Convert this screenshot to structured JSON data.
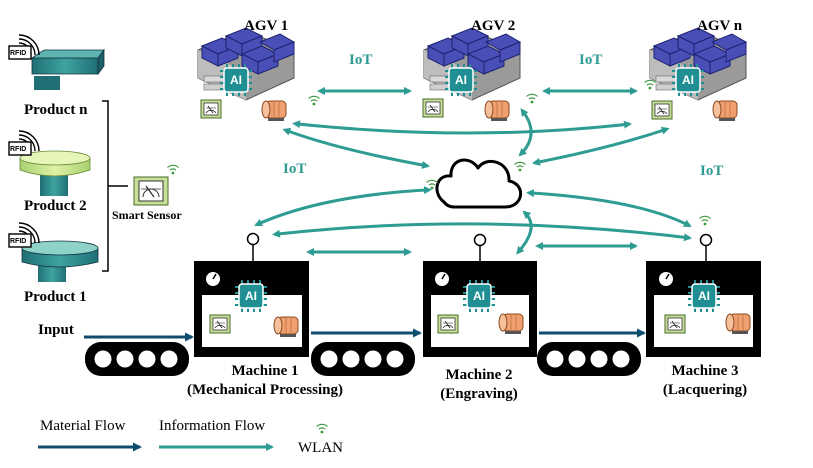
{
  "agvs": [
    {
      "label": "AGV 1"
    },
    {
      "label": "AGV 2"
    },
    {
      "label": "AGV n"
    }
  ],
  "iot_labels": [
    "IoT",
    "IoT",
    "IoT",
    "IoT"
  ],
  "products": [
    {
      "label": "Product n",
      "tag": "RFID"
    },
    {
      "label": "Product 2",
      "tag": "RFID"
    },
    {
      "label": "Product 1",
      "tag": "RFID"
    }
  ],
  "smart_sensor_label": "Smart Sensor",
  "input_label": "Input",
  "ai_chip_text": "AI",
  "machines": [
    {
      "name": "Machine 1",
      "process": "(Mechanical Processing)"
    },
    {
      "name": "Machine 2",
      "process": "(Engraving)"
    },
    {
      "name": "Machine 3",
      "process": "(Lacquering)"
    }
  ],
  "legend": {
    "material_flow": "Material Flow",
    "information_flow": "Information Flow",
    "wlan": "WLAN"
  },
  "colors": {
    "material_flow": "#0f4c6e",
    "information_flow": "#2e9c93",
    "agv_body": "#4a4fb8",
    "ai_chip": "#1f8f94",
    "product": "#2f8b8b",
    "product_top": "#c9e88a",
    "motor": "#f0a070",
    "sensor_green": "#c6e09a"
  }
}
